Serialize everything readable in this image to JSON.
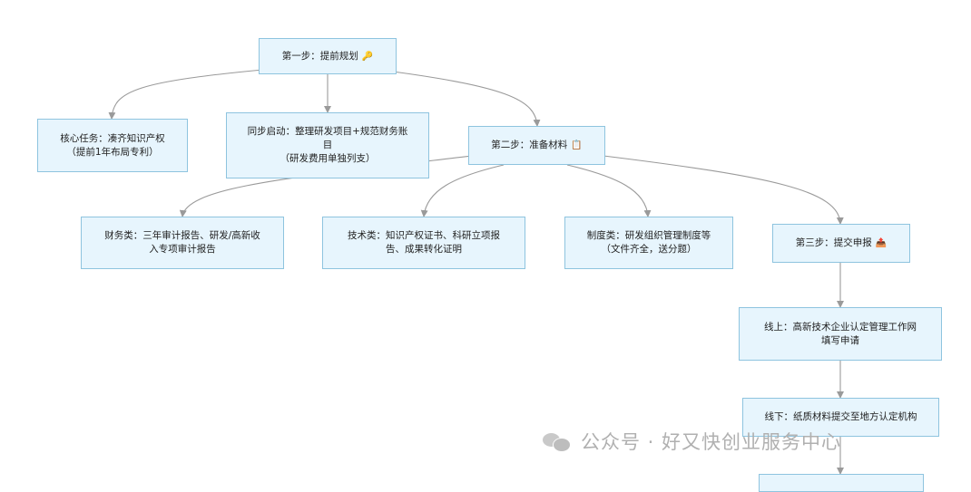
{
  "nodes": {
    "step1": {
      "text": "第一步：提前规划",
      "icon": "🔑",
      "icon_name": "key-icon"
    },
    "core": {
      "lines": [
        "核心任务：凑齐知识产权",
        "（提前1年布局专利）"
      ]
    },
    "sync": {
      "lines": [
        "同步启动：整理研发项目+规范财务账",
        "目",
        "（研发费用单独列支）"
      ]
    },
    "step2": {
      "text": "第二步：准备材料",
      "icon": "📋",
      "icon_name": "clipboard-icon"
    },
    "finance": {
      "lines": [
        "财务类：三年审计报告、研发/高新收",
        "入专项审计报告"
      ]
    },
    "tech": {
      "lines": [
        "技术类：知识产权证书、科研立项报",
        "告、成果转化证明"
      ]
    },
    "system": {
      "lines": [
        "制度类：研发组织管理制度等",
        "（文件齐全，送分题）"
      ]
    },
    "step3": {
      "text": "第三步：提交申报",
      "icon": "📤",
      "icon_name": "outbox-icon"
    },
    "online": {
      "lines": [
        "线上：高新技术企业认定管理工作网",
        "填写申请"
      ]
    },
    "offline": {
      "lines": [
        "线下：纸质材料提交至地方认定机构"
      ]
    }
  },
  "watermark": {
    "text": "公众号 · 好又快创业服务中心",
    "icon": "wechat-logo"
  },
  "colors": {
    "node_fill": "#e7f5fd",
    "node_border": "#8ec4df",
    "edge": "#9a9a9a",
    "watermark": "#b0b0b0"
  }
}
